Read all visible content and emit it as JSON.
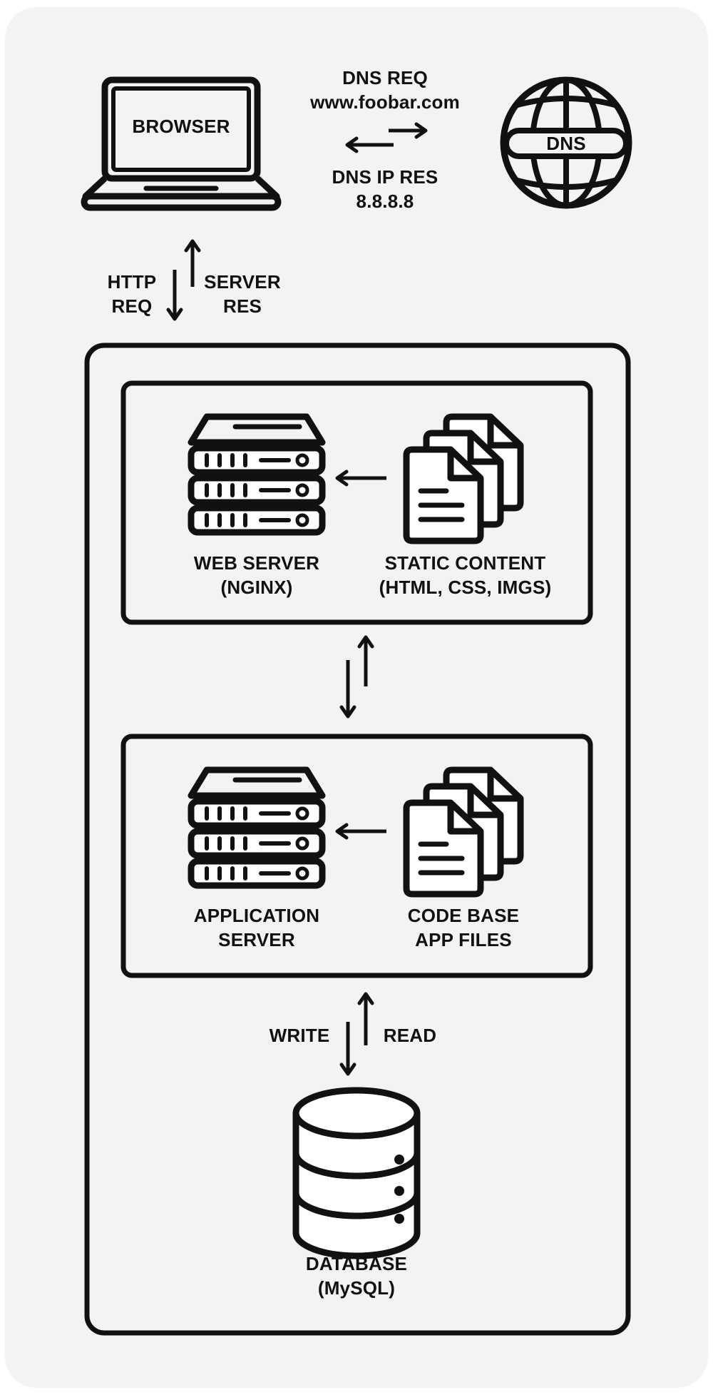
{
  "browser": {
    "label": "BROWSER"
  },
  "dns": {
    "label": "DNS",
    "request_line1": "DNS REQ",
    "request_line2": "www.foobar.com",
    "response_line1": "DNS IP RES",
    "response_line2": "8.8.8.8"
  },
  "http": {
    "request_line1": "HTTP",
    "request_line2": "REQ",
    "response_line1": "SERVER",
    "response_line2": "RES"
  },
  "web_tier": {
    "server_line1": "WEB SERVER",
    "server_line2": "(NGINX)",
    "content_line1": "STATIC CONTENT",
    "content_line2": "(HTML, CSS, IMGS)"
  },
  "app_tier": {
    "server_line1": "APPLICATION",
    "server_line2": "SERVER",
    "files_line1": "CODE BASE",
    "files_line2": "APP FILES"
  },
  "db_link": {
    "write": "WRITE",
    "read": "READ"
  },
  "database": {
    "line1": "DATABASE",
    "line2": "(MySQL)"
  },
  "colors": {
    "stroke": "#111111",
    "card": "#f3f3f2",
    "page": "#ffffff"
  }
}
